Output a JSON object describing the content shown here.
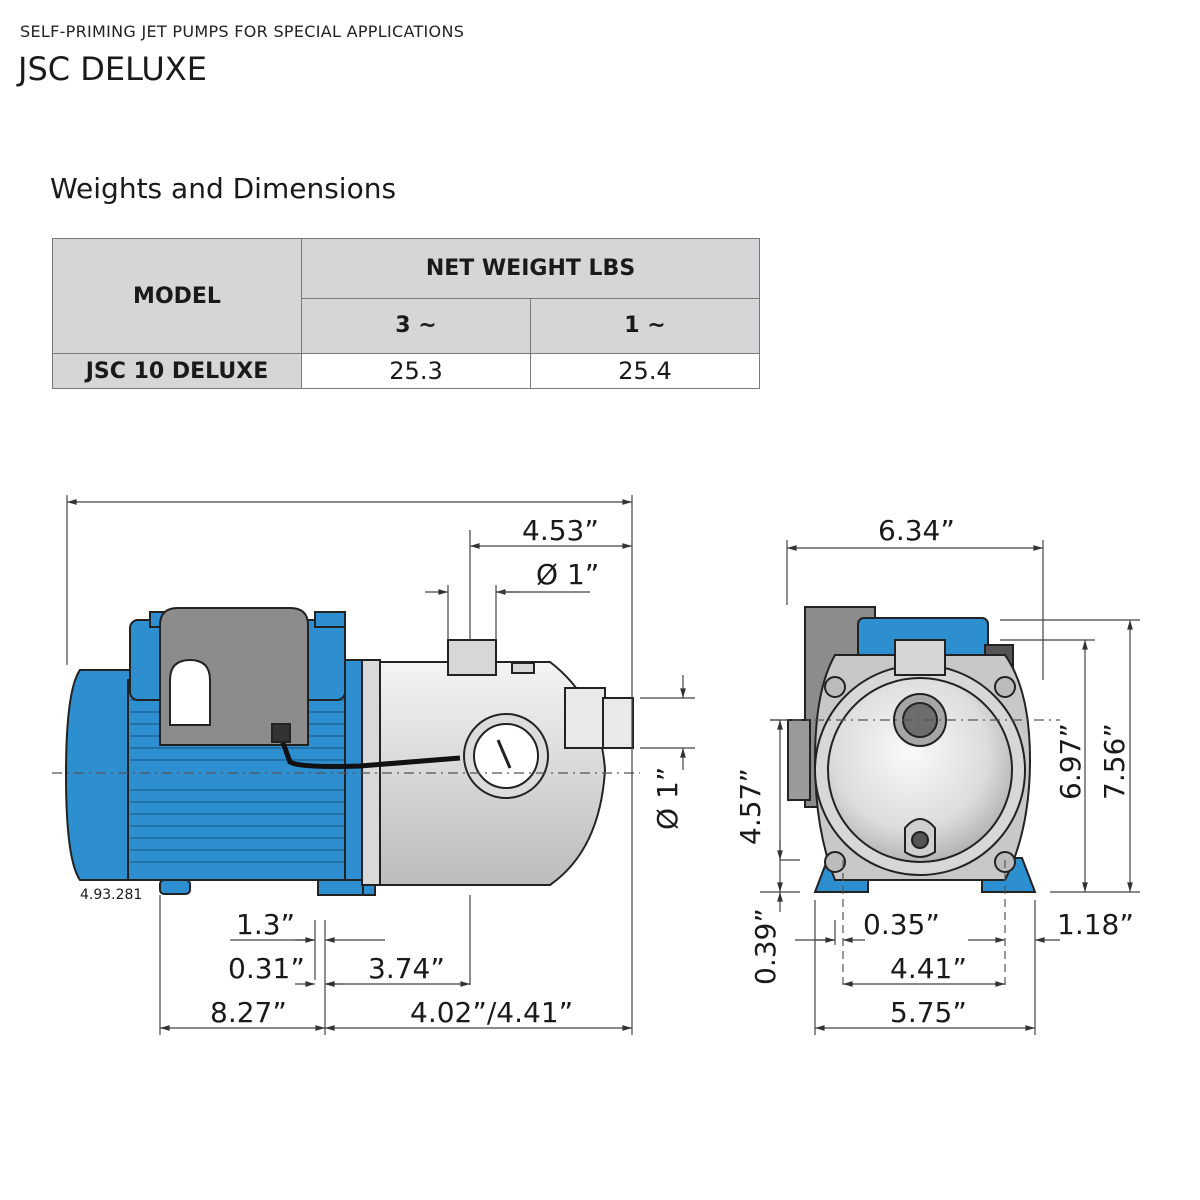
{
  "header": {
    "supertitle": "SELF-PRIMING JET PUMPS FOR SPECIAL APPLICATIONS",
    "title": "JSC DELUXE"
  },
  "section_title": "Weights and Dimensions",
  "weight_table": {
    "model_header": "MODEL",
    "weight_header": "NET WEIGHT LBS",
    "phase_headers": [
      "3 ~",
      "1 ~"
    ],
    "rows": [
      {
        "model": "JSC 10 DELUXE",
        "three_phase": "25.3",
        "one_phase": "25.4"
      }
    ]
  },
  "side_view": {
    "part_code": "4.93.281",
    "dims": {
      "overall_top": "",
      "discharge_offset": "4.53”",
      "discharge_diameter": "Ø 1”",
      "suction_diameter": "Ø 1”",
      "foot_thickness": "1.3”",
      "foot_gap": "0.31”",
      "foot_to_outlet": "3.74”",
      "motor_length": "8.27”",
      "pump_length": "4.02”/4.41”"
    }
  },
  "front_view": {
    "dims": {
      "width_top": "6.34”",
      "suction_height": "4.57”",
      "discharge_height": "6.97”",
      "overall_height": "7.56”",
      "base_height": "0.39”",
      "hole_diameter": "0.35”",
      "foot_edge": "1.18”",
      "hole_spacing": "4.41”",
      "base_width": "5.75”"
    }
  },
  "colors": {
    "motor_blue": "#2e8fd0",
    "motor_blue_dark": "#1f6fa8",
    "steel": "#e3e3e3",
    "cover_gray": "#8c8c8c",
    "table_header": "#d6d6d8"
  }
}
